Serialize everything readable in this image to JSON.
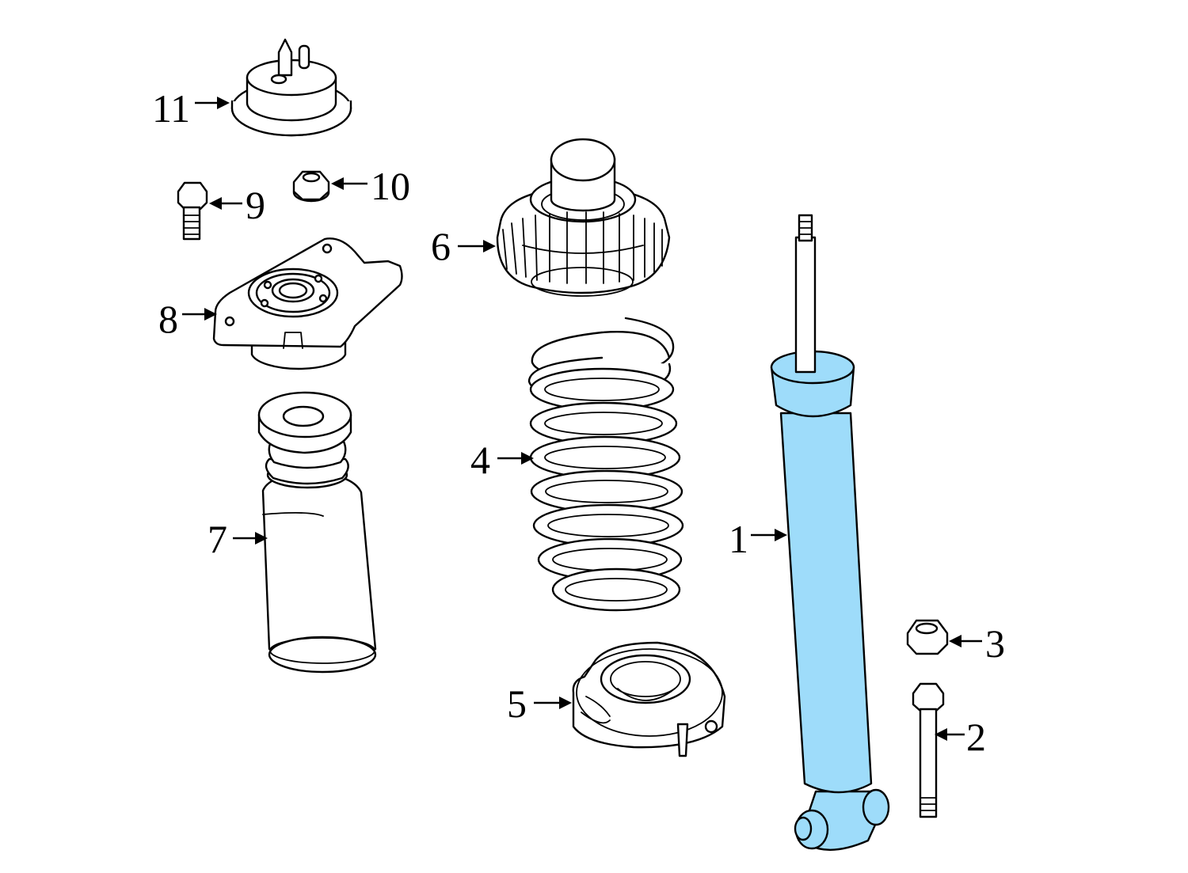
{
  "colors": {
    "highlight": "#9edcfa",
    "line": "#000000",
    "background": "#ffffff"
  },
  "callouts": [
    {
      "id": "1",
      "label": "1",
      "part": "shock-absorber",
      "highlighted": true
    },
    {
      "id": "2",
      "label": "2",
      "part": "lower-bolt"
    },
    {
      "id": "3",
      "label": "3",
      "part": "lower-nut"
    },
    {
      "id": "4",
      "label": "4",
      "part": "coil-spring"
    },
    {
      "id": "5",
      "label": "5",
      "part": "lower-spring-seat"
    },
    {
      "id": "6",
      "label": "6",
      "part": "upper-spring-seat"
    },
    {
      "id": "7",
      "label": "7",
      "part": "dust-boot-bumper"
    },
    {
      "id": "8",
      "label": "8",
      "part": "upper-mount"
    },
    {
      "id": "9",
      "label": "9",
      "part": "mount-bolt"
    },
    {
      "id": "10",
      "label": "10",
      "part": "mount-nut"
    },
    {
      "id": "11",
      "label": "11",
      "part": "cap"
    }
  ]
}
